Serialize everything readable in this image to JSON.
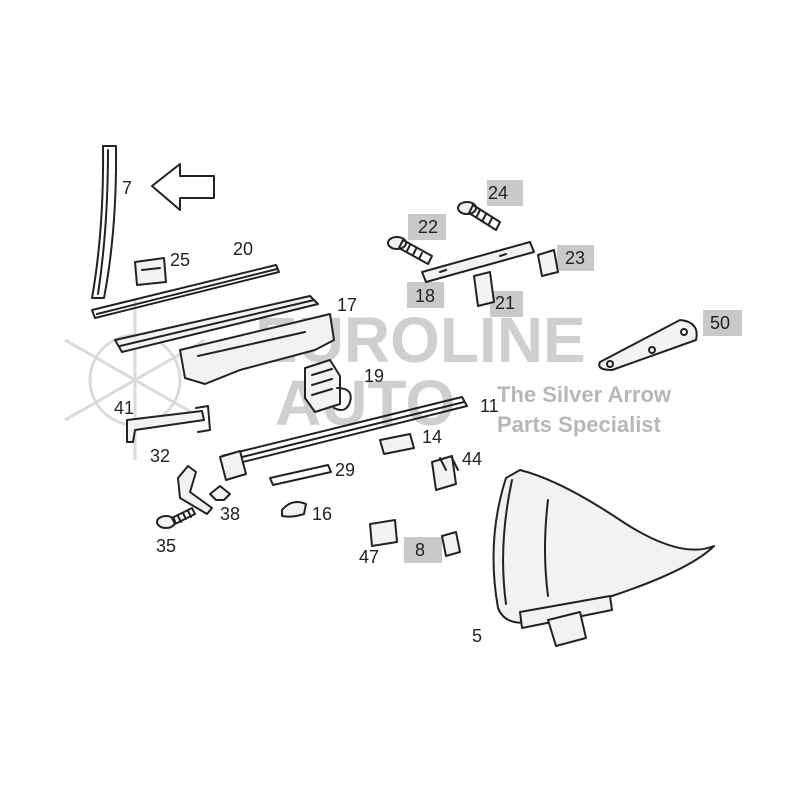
{
  "watermark": {
    "brand_line1": "EUROLINE",
    "brand_line2": "AUTO",
    "tagline1": "The Silver Arrow",
    "tagline2": "Parts Specialist"
  },
  "callouts": {
    "c7": "7",
    "c25": "25",
    "c20": "20",
    "c17": "17",
    "c19": "19",
    "c41": "41",
    "c11": "11",
    "c14": "14",
    "c32": "32",
    "c29": "29",
    "c44": "44",
    "c38": "38",
    "c16": "16",
    "c35": "35",
    "c47": "47",
    "c8": "8",
    "c5": "5",
    "c24": "24",
    "c22": "22",
    "c23": "23",
    "c18": "18",
    "c21": "21",
    "c50": "50"
  },
  "highlighted_callouts": [
    "24",
    "22",
    "23",
    "18",
    "21",
    "50",
    "8"
  ],
  "icons": {
    "pointer": "arrow-left-outline-icon",
    "brand": "star-logo-icon"
  },
  "colors": {
    "highlight": "#c9c9c9",
    "line": "#222222",
    "watermark": "#a8a8a8"
  }
}
